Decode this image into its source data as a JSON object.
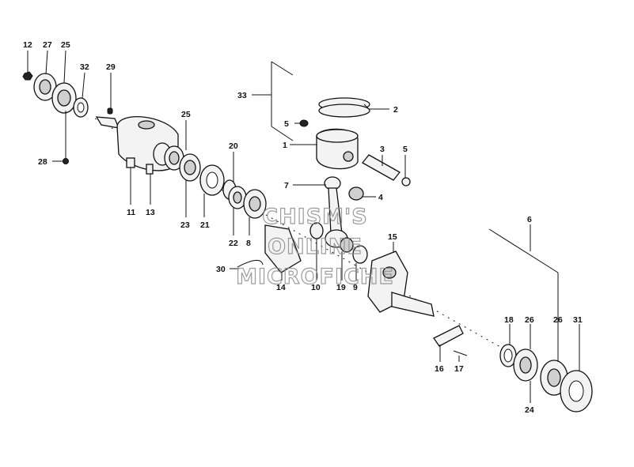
{
  "watermark": {
    "line1": "CHISM'S",
    "line2": "ONLINE",
    "line3": "MICROFICHE"
  },
  "callouts": [
    {
      "id": "c12",
      "text": "12"
    },
    {
      "id": "c27",
      "text": "27"
    },
    {
      "id": "c25a",
      "text": "25"
    },
    {
      "id": "c32",
      "text": "32"
    },
    {
      "id": "c29",
      "text": "29"
    },
    {
      "id": "c28",
      "text": "28"
    },
    {
      "id": "c11",
      "text": "11"
    },
    {
      "id": "c13",
      "text": "13"
    },
    {
      "id": "c25b",
      "text": "25"
    },
    {
      "id": "c23",
      "text": "23"
    },
    {
      "id": "c21",
      "text": "21"
    },
    {
      "id": "c20",
      "text": "20"
    },
    {
      "id": "c22",
      "text": "22"
    },
    {
      "id": "c8",
      "text": "8"
    },
    {
      "id": "c33",
      "text": "33"
    },
    {
      "id": "c2",
      "text": "2"
    },
    {
      "id": "c5a",
      "text": "5"
    },
    {
      "id": "c1",
      "text": "1"
    },
    {
      "id": "c3",
      "text": "3"
    },
    {
      "id": "c5b",
      "text": "5"
    },
    {
      "id": "c7",
      "text": "7"
    },
    {
      "id": "c4",
      "text": "4"
    },
    {
      "id": "c30",
      "text": "30"
    },
    {
      "id": "c14",
      "text": "14"
    },
    {
      "id": "c10",
      "text": "10"
    },
    {
      "id": "c19",
      "text": "19"
    },
    {
      "id": "c9",
      "text": "9"
    },
    {
      "id": "c15",
      "text": "15"
    },
    {
      "id": "c6",
      "text": "6"
    },
    {
      "id": "c18",
      "text": "18"
    },
    {
      "id": "c26a",
      "text": "26"
    },
    {
      "id": "c26b",
      "text": "26"
    },
    {
      "id": "c31",
      "text": "31"
    },
    {
      "id": "c16",
      "text": "16"
    },
    {
      "id": "c17",
      "text": "17"
    },
    {
      "id": "c24",
      "text": "24"
    }
  ]
}
